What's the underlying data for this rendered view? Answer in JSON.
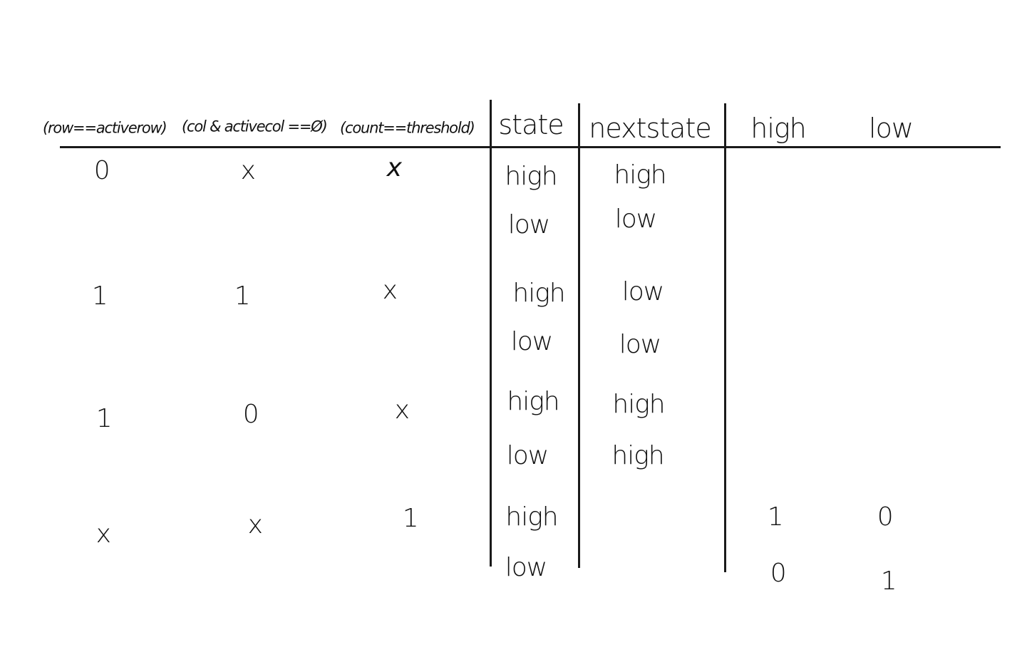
{
  "table": {
    "headers": {
      "cond1": "(row==activerow)",
      "cond2": "(col & activecol ==Ø)",
      "cond3": "(count==threshold)",
      "state": "state",
      "nextstate": "nextstate",
      "high": "high",
      "low": "low"
    },
    "rows": [
      {
        "cond1": "0",
        "cond2": "x",
        "cond3": "x",
        "states": [
          "high",
          "low"
        ],
        "nextstates": [
          "high",
          "low"
        ],
        "high_out": [
          "",
          ""
        ],
        "low_out": [
          "",
          ""
        ]
      },
      {
        "cond1": "1",
        "cond2": "1",
        "cond3": "x",
        "states": [
          "high",
          "low"
        ],
        "nextstates": [
          "low",
          "low"
        ],
        "high_out": [
          "",
          ""
        ],
        "low_out": [
          "",
          ""
        ]
      },
      {
        "cond1": "1",
        "cond2": "0",
        "cond3": "x",
        "states": [
          "high",
          "low"
        ],
        "nextstates": [
          "high",
          "high"
        ],
        "high_out": [
          "",
          ""
        ],
        "low_out": [
          "",
          ""
        ]
      },
      {
        "cond1": "x",
        "cond2": "x",
        "cond3": "1",
        "states": [
          "high",
          "low"
        ],
        "nextstates": [
          "",
          ""
        ],
        "high_out": [
          "1",
          "0"
        ],
        "low_out": [
          "0",
          "1"
        ]
      }
    ]
  }
}
